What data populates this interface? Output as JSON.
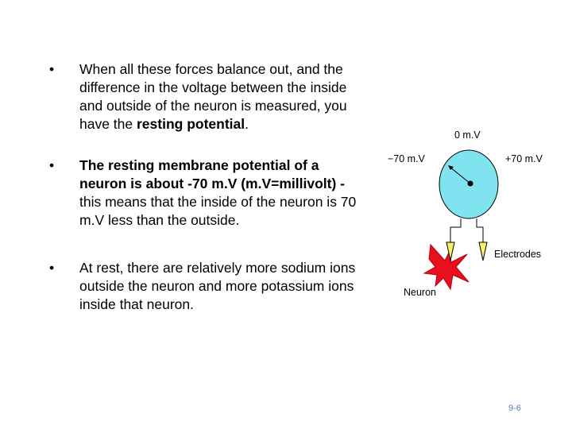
{
  "bullets": [
    {
      "pre": "When all these forces balance out, and the difference in the voltage between the inside and outside of the neuron is measured, you have the ",
      "bold": "resting potential",
      "post": "."
    },
    {
      "pre": "",
      "bold": "The resting membrane potential of a neuron is about -70 m.V (m.V=millivolt) -",
      "post": " this means that the inside of the neuron is 70 m.V less than the outside."
    },
    {
      "pre": "At rest, there are relatively more sodium ions outside the neuron and more potassium ions inside that neuron.",
      "bold": "",
      "post": ""
    }
  ],
  "diagram": {
    "gauge_zero_label": "0 m.V",
    "gauge_left_label": "−70 m.V",
    "gauge_right_label": "+70 m.V",
    "electrodes_label": "Electrodes",
    "neuron_label": "Neuron",
    "colors": {
      "meter": "#7fe3f0",
      "neuron": "#e8101e",
      "electrode": "#f5f060"
    }
  },
  "page_number": "9-6"
}
